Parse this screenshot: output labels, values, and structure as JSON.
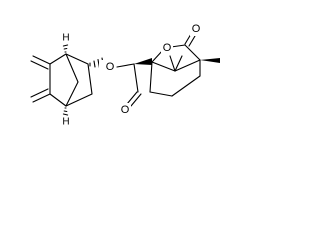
{
  "molecule": {
    "atom_labels": {
      "ester_oxygen": "O",
      "lactone_ring_oxygen": "O",
      "lactone_carbonyl_oxygen": "O",
      "ester_carbonyl_oxygen": "O"
    },
    "hydrogen_labels": {
      "upper_bridgehead": "H",
      "lower_bridgehead": "H"
    }
  }
}
